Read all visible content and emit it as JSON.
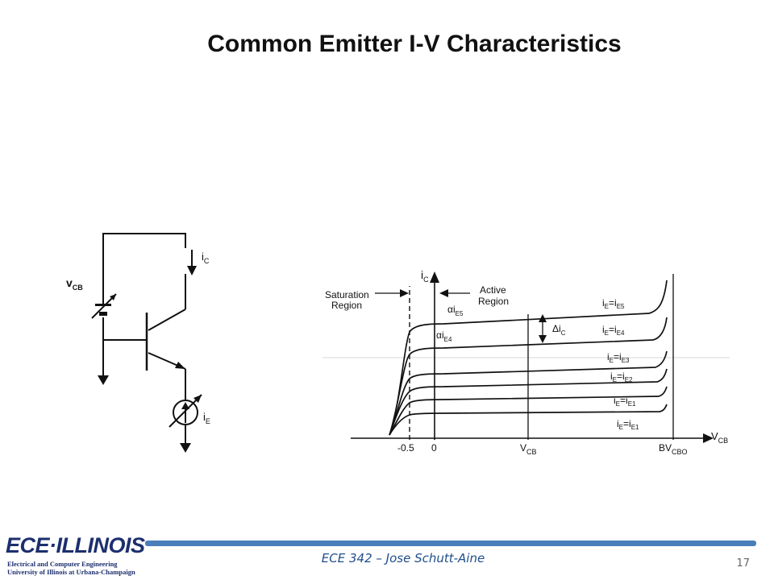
{
  "slide": {
    "title": "Common Emitter I-V Characteristics",
    "page_number": "17",
    "footer": "ECE 342 – Jose Schutt-Aine"
  },
  "logo": {
    "main": "ECE·ILLINOIS",
    "line1": "Electrical and Computer Engineering",
    "line2": "University of Illinois at Urbana-Champaign"
  },
  "circuit": {
    "vcb_main": "v",
    "vcb_sub": "CB",
    "ic_main": "i",
    "ic_sub": "C",
    "ie_main": "i",
    "ie_sub": "E"
  },
  "graph": {
    "ylabel_main": "i",
    "ylabel_sub": "C",
    "xlabel_main": "V",
    "xlabel_sub": "CB",
    "tick_neg": "-0.5",
    "tick_zero": "0",
    "tick_vcb_main": "V",
    "tick_vcb_sub": "CB",
    "tick_bv_main": "BV",
    "tick_bv_sub": "CBO",
    "saturation_line1": "Saturation",
    "saturation_line2": "Region",
    "active_line1": "Active",
    "active_line2": "Region",
    "alpha_ie5": {
      "a": "α",
      "i": "i",
      "sub": "E5"
    },
    "alpha_ie4": {
      "a": "α",
      "i": "i",
      "sub": "E4"
    },
    "delta_ic": {
      "d": "Δ",
      "i": "i",
      "sub": "C"
    },
    "curve_labels": [
      {
        "i": "i",
        "s1": "E",
        "eq": "=i",
        "s2": "E5"
      },
      {
        "i": "i",
        "s1": "E",
        "eq": "=i",
        "s2": "E4"
      },
      {
        "i": "i",
        "s1": "E",
        "eq": "=i",
        "s2": "E3"
      },
      {
        "i": "i",
        "s1": "E",
        "eq": "=i",
        "s2": "E2"
      },
      {
        "i": "i",
        "s1": "E",
        "eq": "=i",
        "s2": "E1"
      },
      {
        "i": "i",
        "s1": "E",
        "eq": "=i",
        "s2": "E1"
      }
    ]
  }
}
